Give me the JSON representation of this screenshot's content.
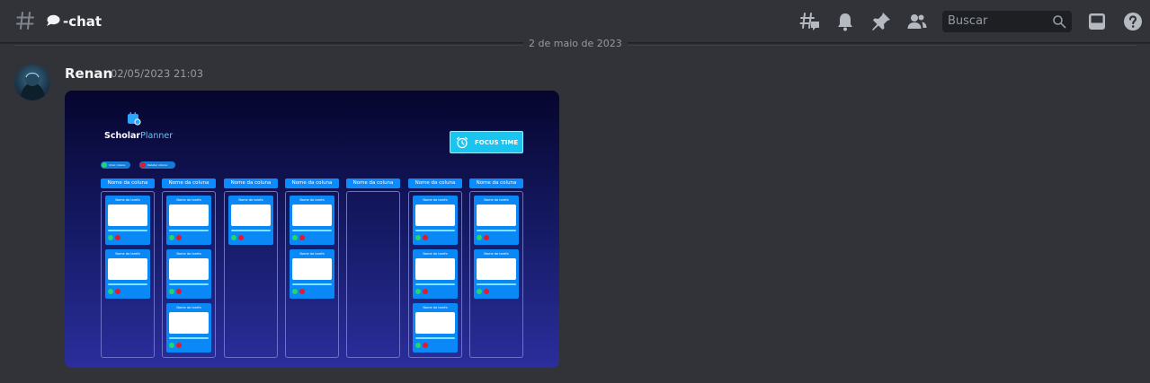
{
  "header": {
    "channel_name": "-chat",
    "search_placeholder": "Buscar",
    "icons": [
      "threads-icon",
      "notification-bell-icon",
      "pin-icon",
      "members-icon",
      "inbox-icon",
      "help-icon"
    ]
  },
  "message": {
    "date_divider": "2 de maio de 2023",
    "author": "Renan",
    "timestamp": "02/05/2023 21:03"
  },
  "attachment": {
    "brand_main": "Scholar",
    "brand_accent": "Planner",
    "focus_button": "FOCUS TIME",
    "create_column": "Criar coluna",
    "delete_column": "Deletar coluna",
    "columns": [
      {
        "name": "Nome da coluna",
        "tasks": [
          "Nome da tarefa",
          "Nome da tarefa"
        ]
      },
      {
        "name": "Nome da coluna",
        "tasks": [
          "Nome da tarefa",
          "Nome da tarefa",
          "Nome da tarefa"
        ]
      },
      {
        "name": "Nome da coluna",
        "tasks": [
          "Nome da tarefa"
        ]
      },
      {
        "name": "Nome da coluna",
        "tasks": [
          "Nome da tarefa",
          "Nome da tarefa"
        ]
      },
      {
        "name": "Nome da coluna",
        "tasks": []
      },
      {
        "name": "Nome da coluna",
        "tasks": [
          "Nome da tarefa",
          "Nome da tarefa",
          "Nome da tarefa"
        ]
      },
      {
        "name": "Nome da coluna",
        "tasks": [
          "Nome da tarefa",
          "Nome da tarefa"
        ]
      }
    ]
  },
  "colors": {
    "background": "#313338",
    "accent_cyan": "#19c4ef",
    "task_blue": "#0a88f5"
  }
}
